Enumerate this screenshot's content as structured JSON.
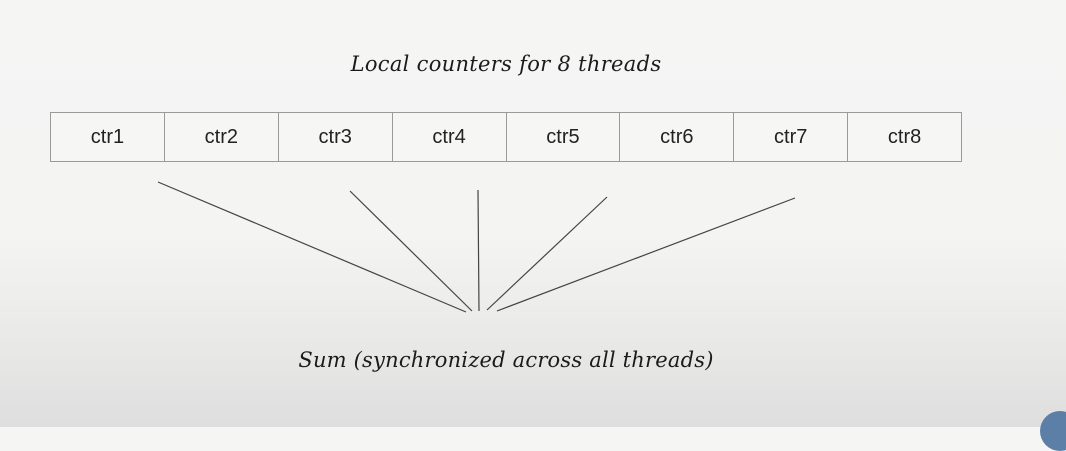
{
  "diagram": {
    "title": "Local counters for 8 threads",
    "counters": [
      "ctr1",
      "ctr2",
      "ctr3",
      "ctr4",
      "ctr5",
      "ctr6",
      "ctr7",
      "ctr8"
    ],
    "sum_label": "Sum (synchronized across all threads)"
  },
  "colors": {
    "line": "#444444",
    "border": "#9a9a9a"
  }
}
